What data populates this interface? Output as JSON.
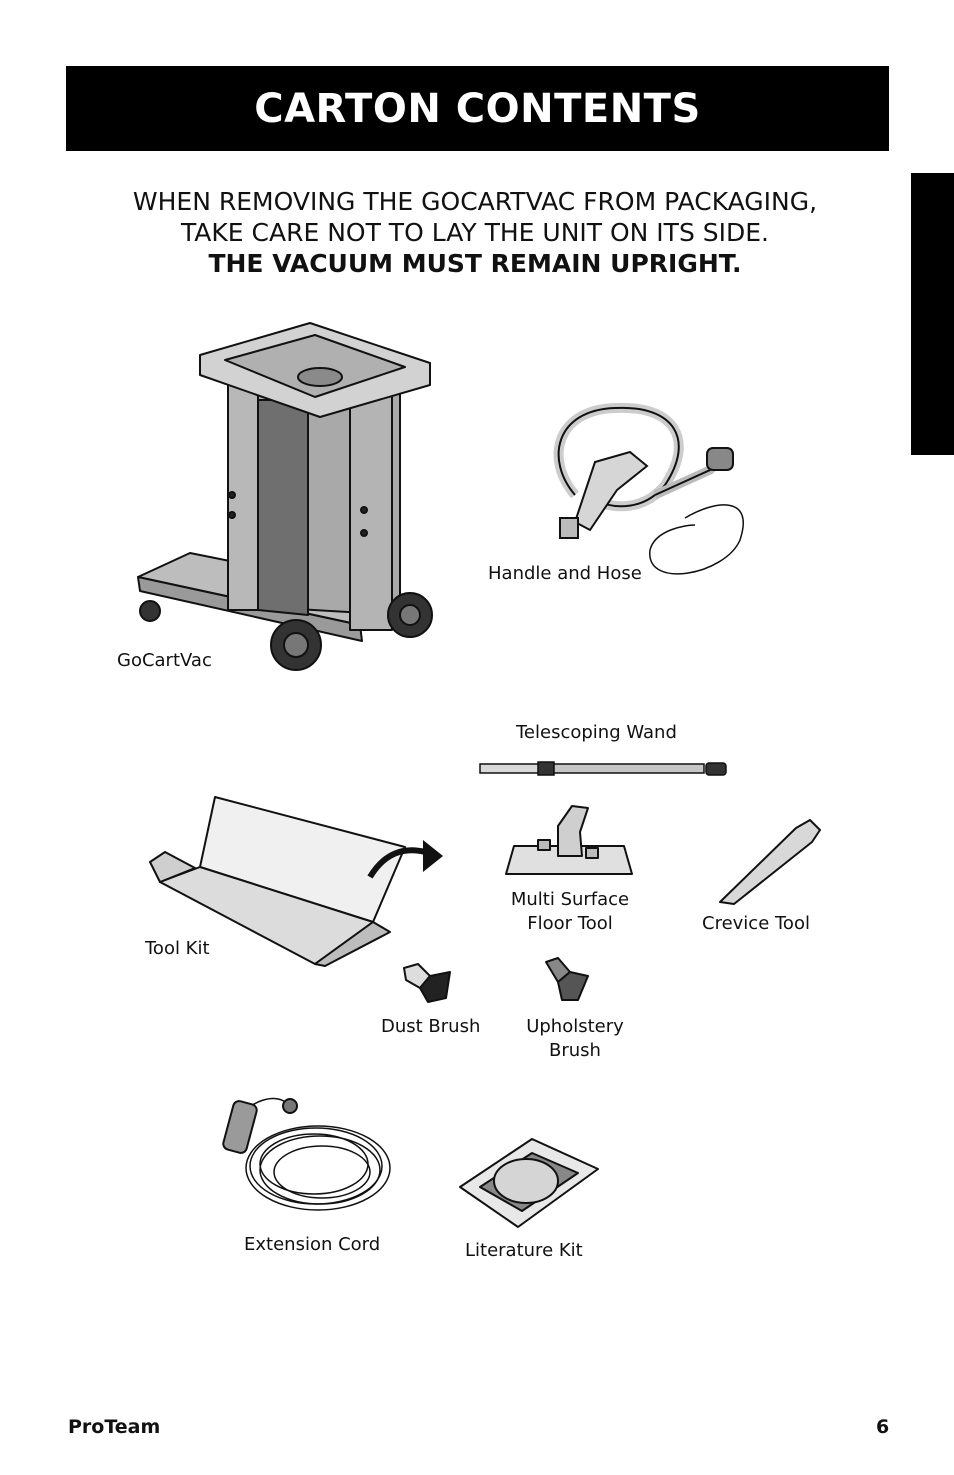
{
  "header": {
    "title": "CARTON CONTENTS"
  },
  "warning": {
    "line1": "WHEN REMOVING THE GOCARTVAC FROM PACKAGING,",
    "line2": "TAKE CARE NOT TO LAY THE UNIT ON ITS SIDE.",
    "line3": "THE VACUUM MUST REMAIN UPRIGHT."
  },
  "items": {
    "gocartvac": "GoCartVac",
    "handle_hose": "Handle and Hose",
    "telescoping_wand": "Telescoping Wand",
    "tool_kit": "Tool Kit",
    "floor_tool_line1": "Multi Surface",
    "floor_tool_line2": "Floor Tool",
    "crevice_tool": "Crevice Tool",
    "dust_brush": "Dust Brush",
    "upholstery_line1": "Upholstery",
    "upholstery_line2": "Brush",
    "extension_cord": "Extension Cord",
    "literature_kit": "Literature Kit"
  },
  "footer": {
    "brand": "ProTeam",
    "page_number": "6"
  }
}
